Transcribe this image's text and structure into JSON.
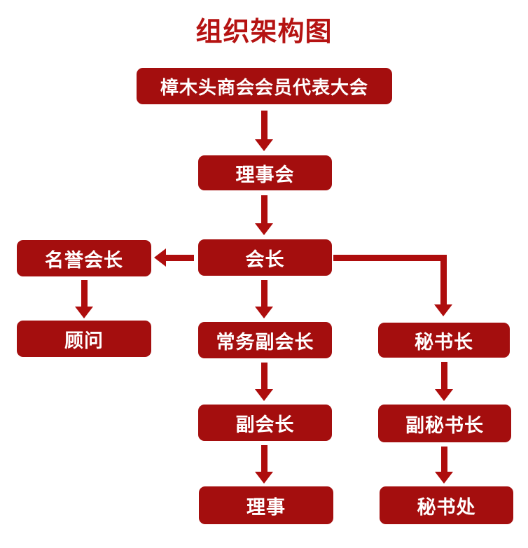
{
  "title": "组织架构图",
  "diagram_type": "org-chart",
  "colors": {
    "title_color": "#b51312",
    "box_fill": "#a40e0e",
    "arrow_fill": "#ae0d0d",
    "node_text": "#ffffff",
    "page_bg": "#ffffff"
  },
  "nodes": {
    "assembly": {
      "label": "樟木头商会会员代表大会"
    },
    "council": {
      "label": "理事会"
    },
    "president": {
      "label": "会长"
    },
    "honorary_president": {
      "label": "名誉会长"
    },
    "advisor": {
      "label": "顾问"
    },
    "executive_vice_president": {
      "label": "常务副会长"
    },
    "secretary_general": {
      "label": "秘书长"
    },
    "vice_president": {
      "label": "副会长"
    },
    "deputy_secretary_general": {
      "label": "副秘书长"
    },
    "director": {
      "label": "理事"
    },
    "secretariat": {
      "label": "秘书处"
    }
  },
  "edges": [
    {
      "from": "assembly",
      "to": "council"
    },
    {
      "from": "council",
      "to": "president"
    },
    {
      "from": "president",
      "to": "honorary_president"
    },
    {
      "from": "president",
      "to": "executive_vice_president"
    },
    {
      "from": "president",
      "to": "secretary_general"
    },
    {
      "from": "honorary_president",
      "to": "advisor"
    },
    {
      "from": "executive_vice_president",
      "to": "vice_president"
    },
    {
      "from": "vice_president",
      "to": "director"
    },
    {
      "from": "secretary_general",
      "to": "deputy_secretary_general"
    },
    {
      "from": "deputy_secretary_general",
      "to": "secretariat"
    }
  ]
}
